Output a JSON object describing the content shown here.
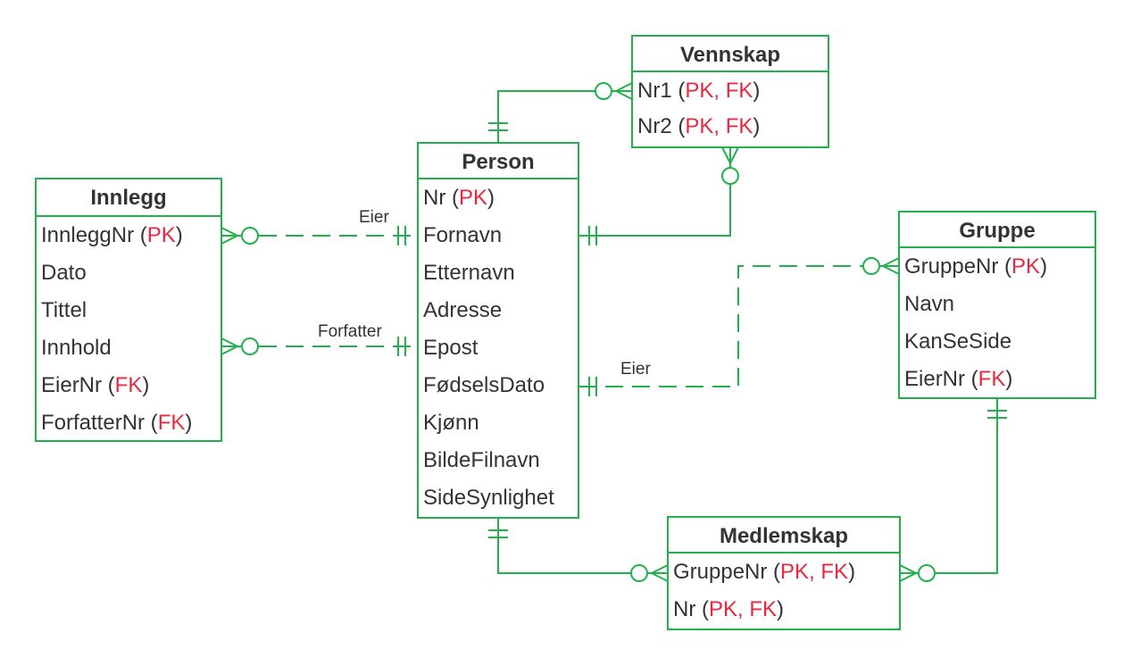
{
  "colors": {
    "line": "#22b14c",
    "key": "#e8283f",
    "text": "#333333"
  },
  "entities": {
    "vennskap": {
      "title": "Vennskap",
      "attrs": [
        {
          "name": "Nr1 (",
          "key": "PK, FK",
          "end": ")"
        },
        {
          "name": "Nr2 (",
          "key": "PK, FK",
          "end": ")"
        }
      ]
    },
    "person": {
      "title": "Person",
      "attrs": [
        {
          "name": "Nr (",
          "key": "PK",
          "end": ")"
        },
        {
          "name": "Fornavn"
        },
        {
          "name": "Etternavn"
        },
        {
          "name": "Adresse"
        },
        {
          "name": "Epost"
        },
        {
          "name": "FødselsDato"
        },
        {
          "name": "Kjønn"
        },
        {
          "name": "BildeFilnavn"
        },
        {
          "name": "SideSynlighet"
        }
      ]
    },
    "innlegg": {
      "title": "Innlegg",
      "attrs": [
        {
          "name": "InnleggNr (",
          "key": "PK",
          "end": ")"
        },
        {
          "name": "Dato"
        },
        {
          "name": "Tittel"
        },
        {
          "name": "Innhold"
        },
        {
          "name": "EierNr (",
          "key": "FK",
          "end": ")"
        },
        {
          "name": "ForfatterNr (",
          "key": "FK",
          "end": ")"
        }
      ]
    },
    "gruppe": {
      "title": "Gruppe",
      "attrs": [
        {
          "name": "GruppeNr (",
          "key": "PK",
          "end": ")"
        },
        {
          "name": "Navn"
        },
        {
          "name": "KanSeSide"
        },
        {
          "name": "EierNr (",
          "key": "FK",
          "end": ")"
        }
      ]
    },
    "medlemskap": {
      "title": "Medlemskap",
      "attrs": [
        {
          "name": "GruppeNr (",
          "key": "PK, FK",
          "end": ")"
        },
        {
          "name": "Nr (",
          "key": "PK, FK",
          "end": ")"
        }
      ]
    }
  },
  "relationships": {
    "innlegg_eier": {
      "label": "Eier"
    },
    "innlegg_forfatter": {
      "label": "Forfatter"
    },
    "gruppe_eier": {
      "label": "Eier"
    }
  }
}
